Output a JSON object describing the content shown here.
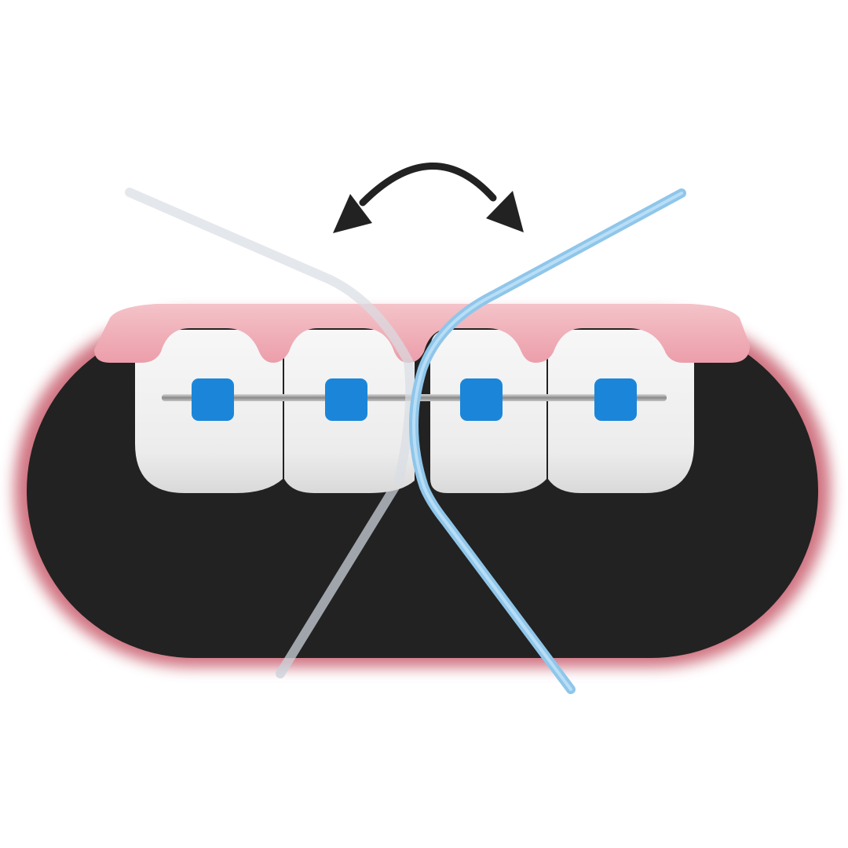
{
  "illustration": {
    "subject": "floss-threader-through-braces",
    "teeth_count": 4,
    "bracket_count": 4
  },
  "colors": {
    "background": "#ffffff",
    "mouth_interior": "#222222",
    "lip_glow": "#c85c6c",
    "gum": "#f0b4bc",
    "gum_shadow": "#e494a0",
    "tooth": "#eeeeee",
    "tooth_shadow": "#d6d6d6",
    "bracket": "#1b86d9",
    "archwire": "#999999",
    "floss_active": "#96cdf0",
    "floss_ghost": "#d8dde2",
    "arrow": "#222222"
  }
}
